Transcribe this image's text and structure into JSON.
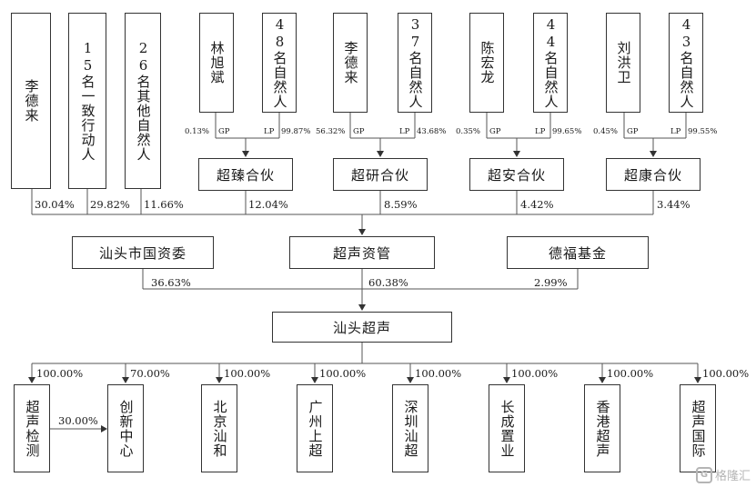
{
  "top": {
    "li_delai": "李德来",
    "acting15": "15名一致行动人",
    "other26": "26名其他自然人",
    "lin_xubin": "林旭斌",
    "np48": "48名自然人",
    "li_delai2": "李德来",
    "np37": "37名自然人",
    "chen_honglong": "陈宏龙",
    "np44": "44名自然人",
    "liu_hongwei": "刘洪卫",
    "np43": "43名自然人"
  },
  "stakes": {
    "gp1": "0.13%",
    "gp_label1": "GP",
    "lp_label1": "LP",
    "lp1": "99.87%",
    "gp2": "56.32%",
    "gp_label2": "GP",
    "lp_label2": "LP",
    "lp2": "43.68%",
    "gp3": "0.35%",
    "gp_label3": "GP",
    "lp_label3": "LP",
    "lp3": "99.65%",
    "gp4": "0.45%",
    "gp_label4": "GP",
    "lp_label4": "LP",
    "lp4": "99.55%"
  },
  "partnerships": {
    "chaozhen": "超臻合伙",
    "chaoyan": "超研合伙",
    "chaoan": "超安合伙",
    "chaokang": "超康合伙"
  },
  "to_zichan": {
    "li": "30.04%",
    "acting": "29.82%",
    "other": "11.66%",
    "chaozhen": "12.04%",
    "chaoyan": "8.59%",
    "chaoan": "4.42%",
    "chaokang": "3.44%"
  },
  "mid": {
    "guoziwei": "汕头市国资委",
    "zichan": "超声资管",
    "defu": "德福基金",
    "p_guoziwei": "36.63%",
    "p_zichan": "60.38%",
    "p_defu": "2.99%"
  },
  "company": "汕头超声",
  "subs": [
    {
      "name": "超声检测",
      "pct": "100.00%"
    },
    {
      "name": "创新中心",
      "pct": "70.00%"
    },
    {
      "name": "北京汕和",
      "pct": "100.00%"
    },
    {
      "name": "广州上超",
      "pct": "100.00%"
    },
    {
      "name": "深圳汕超",
      "pct": "100.00%"
    },
    {
      "name": "长成置业",
      "pct": "100.00%"
    },
    {
      "name": "香港超声",
      "pct": "100.00%"
    },
    {
      "name": "超声国际",
      "pct": "100.00%"
    }
  ],
  "cross_pct": "30.00%",
  "watermark": "格隆汇"
}
